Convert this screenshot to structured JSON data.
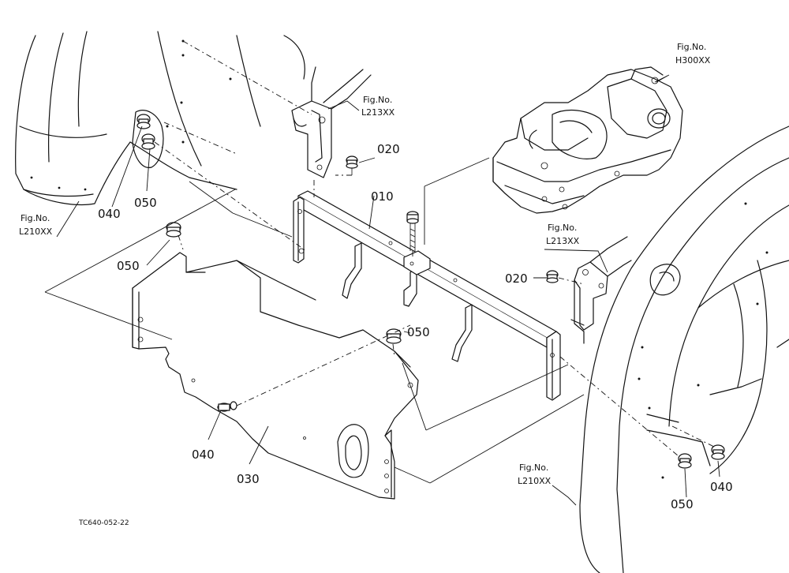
{
  "parts": {
    "p010": "010",
    "p020_upper": "020",
    "p020_right": "020",
    "p030": "030",
    "p040_upper": "040",
    "p040_lower": "040",
    "p040_right": "040",
    "p050_upper": "050",
    "p050_left": "050",
    "p050_center": "050",
    "p050_right": "050"
  },
  "references": {
    "fig_label": "Fig.No.",
    "l213_upper": "L213XX",
    "l213_right": "L213XX",
    "h300": "H300XX",
    "l210_left": "L210XX",
    "l210_right": "L210XX"
  },
  "drawing_code": "TC640-052-22"
}
